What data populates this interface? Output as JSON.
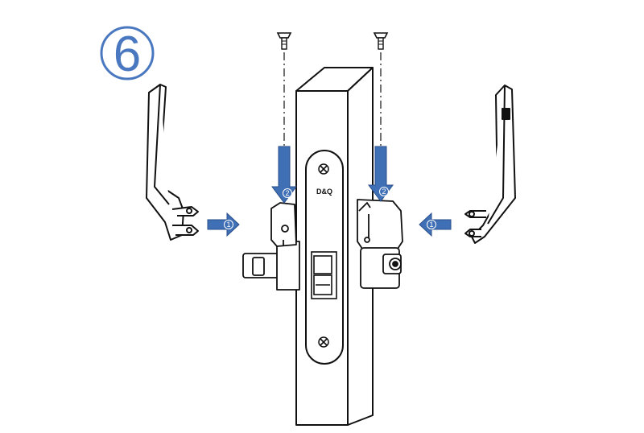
{
  "step": {
    "number": "6"
  },
  "brand": {
    "logo_text": "D&Q"
  },
  "arrows": {
    "left_push_label": "1",
    "right_push_label": "1",
    "left_screw_label": "2",
    "right_screw_label": "2"
  },
  "colors": {
    "accent_blue": "#3f6fb5",
    "step_circle": "#4a78c0",
    "line": "#111111"
  },
  "icons": {
    "screw": "screw-icon",
    "cross_head": "phillips-screw-icon"
  }
}
